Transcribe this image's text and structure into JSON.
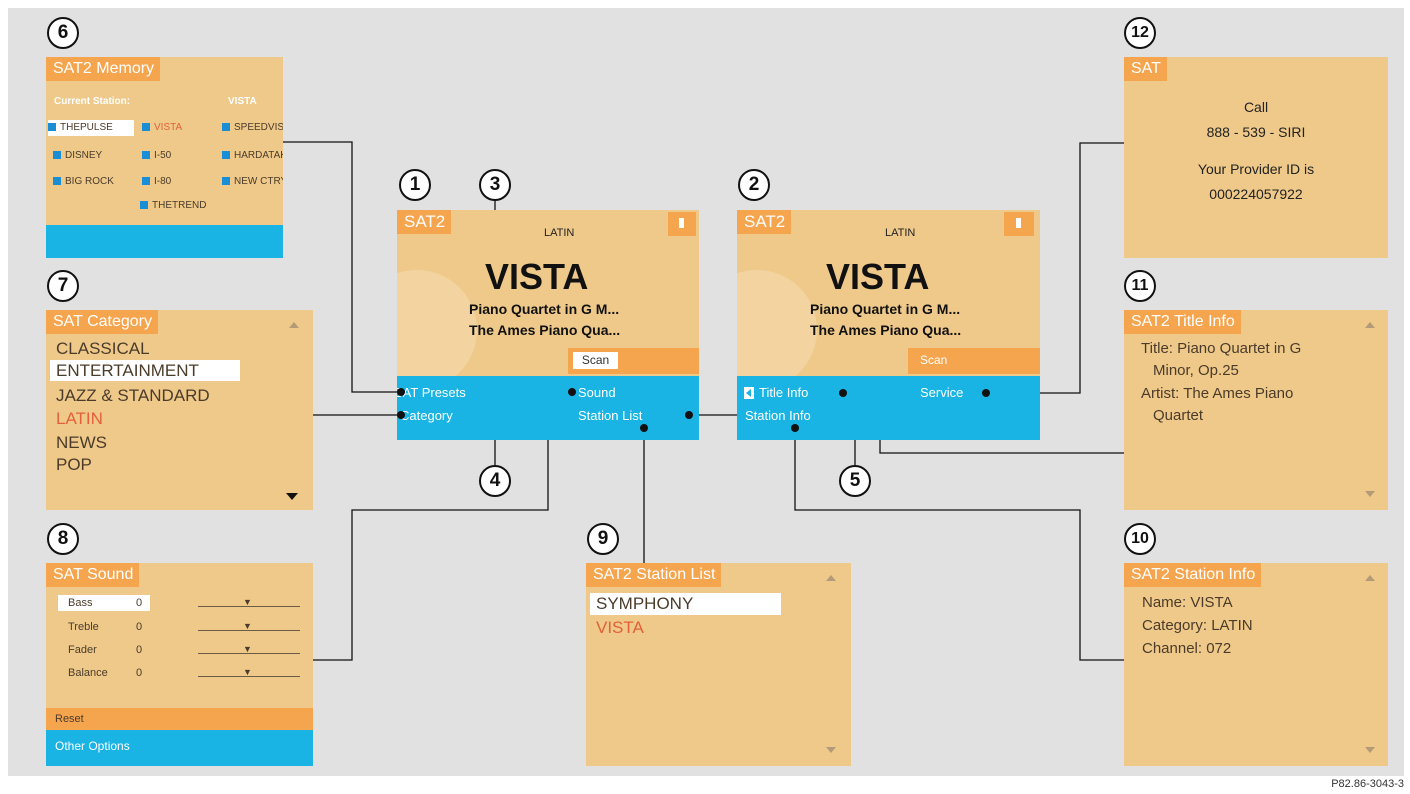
{
  "callouts": [
    "1",
    "2",
    "3",
    "4",
    "5",
    "6",
    "7",
    "8",
    "9",
    "10",
    "11",
    "12"
  ],
  "main1": {
    "title": "SAT2",
    "category": "LATIN",
    "station": "VISTA",
    "track": "Piano Quartet in G M...",
    "artist": "The Ames Piano Qua...",
    "scan": "Scan",
    "presets": "SAT Presets",
    "category_btn": "Category",
    "sound": "Sound",
    "station_list": "Station List"
  },
  "main2": {
    "title": "SAT2",
    "category": "LATIN",
    "station": "VISTA",
    "track": "Piano Quartet in G M...",
    "artist": "The Ames Piano Qua...",
    "scan": "Scan",
    "title_info": "Title Info",
    "service": "Service",
    "station_info": "Station Info"
  },
  "memory": {
    "title": "SAT2 Memory",
    "current_station_label": "Current Station:",
    "current_station": "VISTA",
    "presets": [
      "THEPULSE",
      "VISTA",
      "SPEEDVISN",
      "DISNEY",
      "I-50",
      "HARDATAK",
      "BIG ROCK",
      "I-80",
      "NEW CTRY",
      "THETREND"
    ]
  },
  "category": {
    "title": "SAT Category",
    "items": [
      "CLASSICAL",
      "ENTERTAINMENT",
      "JAZZ & STANDARD",
      "LATIN",
      "NEWS",
      "POP"
    ]
  },
  "sound": {
    "title": "SAT Sound",
    "rows": [
      {
        "label": "Bass",
        "value": "0"
      },
      {
        "label": "Treble",
        "value": "0"
      },
      {
        "label": "Fader",
        "value": "0"
      },
      {
        "label": "Balance",
        "value": "0"
      }
    ],
    "reset": "Reset",
    "other": "Other Options"
  },
  "station_list": {
    "title": "SAT2 Station List",
    "items": [
      "SYMPHONY",
      "VISTA"
    ]
  },
  "station_info": {
    "title": "SAT2 Station Info",
    "lines": [
      "Name: VISTA",
      "Category: LATIN",
      "Channel: 072"
    ]
  },
  "title_info": {
    "title": "SAT2 Title Info",
    "lines": [
      "Title: Piano Quartet in G",
      "Minor, Op.25",
      "Artist: The Ames Piano",
      "Quartet"
    ]
  },
  "service": {
    "title": "SAT",
    "lines": [
      "Call",
      "888 - 539 - SIRI",
      "Your Provider ID is",
      "000224057922"
    ]
  },
  "figure_code": "P82.86-3043-3",
  "colors": {
    "panel": "#efc989",
    "title_bar": "#f6a54f",
    "softkey_bar": "#19b4e3",
    "selected_text": "#e2603a"
  }
}
